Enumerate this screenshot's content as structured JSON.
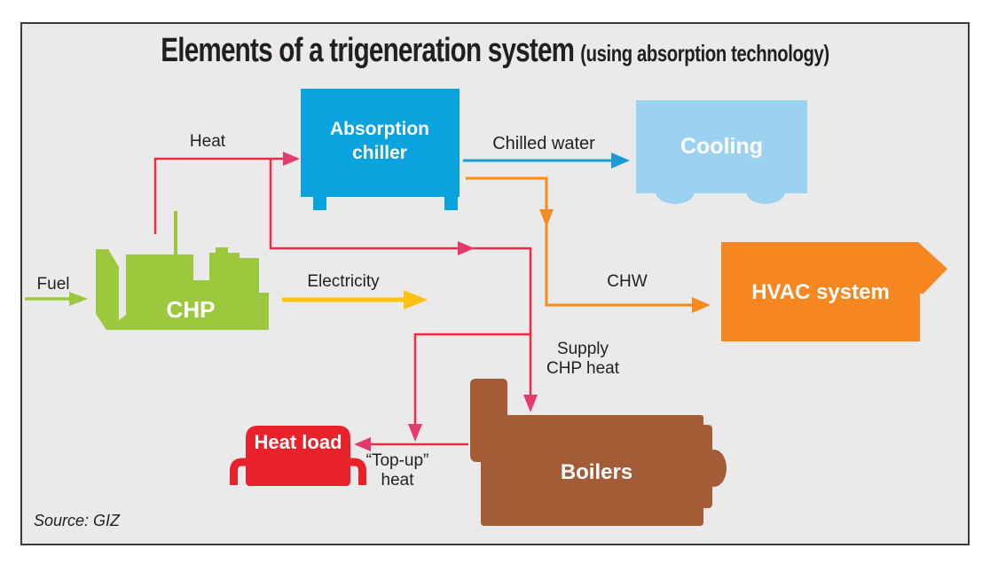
{
  "title": {
    "main": "Elements of a trigeneration system",
    "sub": "(using absorption technology)"
  },
  "source": "Source: GIZ",
  "palette": {
    "panel_bg": "#eaeaea",
    "border": "#3b3b3b",
    "text": "#231f20",
    "red_line": "#ec2b45",
    "red_arrow": "#e63a6e"
  },
  "nodes": {
    "chp": {
      "label": "CHP",
      "color": "#9cc83d"
    },
    "absorption_chiller": {
      "label": "Absorption chiller",
      "color": "#0aa3dd"
    },
    "cooling": {
      "label": "Cooling",
      "color": "#9ad2f0"
    },
    "hvac": {
      "label": "HVAC system",
      "color": "#f6861f"
    },
    "heat_load": {
      "label": "Heat load",
      "color": "#e8212b"
    },
    "boilers": {
      "label": "Boilers",
      "color": "#a35c35"
    }
  },
  "flows": {
    "fuel": {
      "label": "Fuel",
      "color": "#9cc83d"
    },
    "heat": {
      "label": "Heat",
      "color": "#ec2b45"
    },
    "electricity": {
      "label": "Electricity",
      "color": "#ffc20e"
    },
    "chilled_water": {
      "label": "Chilled water",
      "color": "#1c9ad6"
    },
    "chw": {
      "label": "CHW",
      "color": "#f68b1f"
    },
    "supply_chp_heat": {
      "line1": "Supply",
      "line2": "CHP heat"
    },
    "top_up_heat": {
      "line1": "“Top-up”",
      "line2": "heat"
    }
  }
}
